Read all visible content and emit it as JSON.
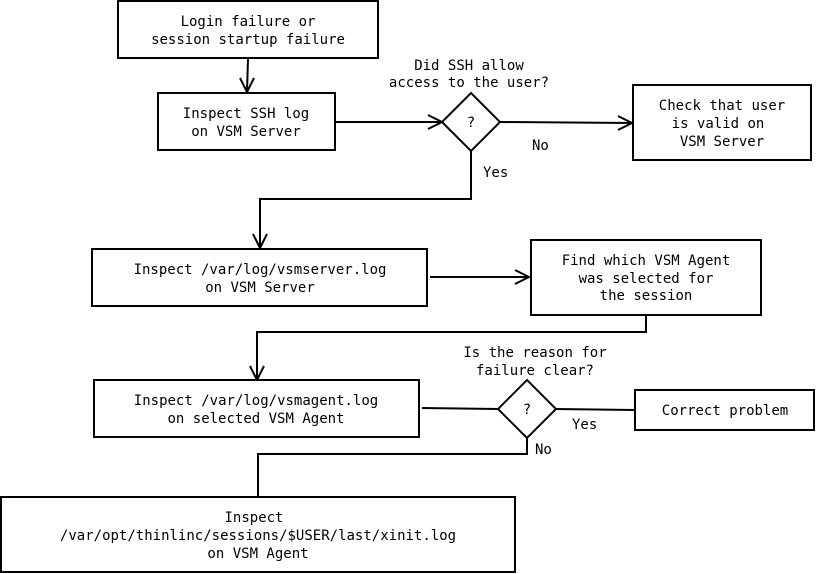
{
  "nodes": {
    "login_failure": {
      "lines": [
        "Login failure or",
        "session startup failure"
      ]
    },
    "inspect_ssh_log": {
      "lines": [
        "Inspect SSH log",
        "on VSM Server"
      ]
    },
    "ssh_decision": {
      "symbol": "?"
    },
    "check_user_valid": {
      "lines": [
        "Check that user",
        "is valid on",
        "VSM Server"
      ]
    },
    "inspect_vsmserver_log": {
      "lines": [
        "Inspect /var/log/vsmserver.log",
        "on VSM Server"
      ]
    },
    "find_vsm_agent": {
      "lines": [
        "Find which VSM Agent",
        "was selected for",
        "the session"
      ]
    },
    "inspect_vsmagent_log": {
      "lines": [
        "Inspect /var/log/vsmagent.log",
        "on selected VSM Agent"
      ]
    },
    "reason_decision": {
      "symbol": "?"
    },
    "correct_problem": {
      "lines": [
        "Correct problem"
      ]
    },
    "inspect_xinit_log": {
      "lines": [
        "Inspect",
        "/var/opt/thinlinc/sessions/$USER/last/xinit.log",
        "on VSM Agent"
      ]
    }
  },
  "labels": {
    "ssh_question": [
      "Did SSH allow",
      "access to the user?"
    ],
    "ssh_no": "No",
    "ssh_yes": "Yes",
    "reason_question": [
      "Is the reason for",
      "failure clear?"
    ],
    "reason_yes": "Yes",
    "reason_no": "No"
  }
}
